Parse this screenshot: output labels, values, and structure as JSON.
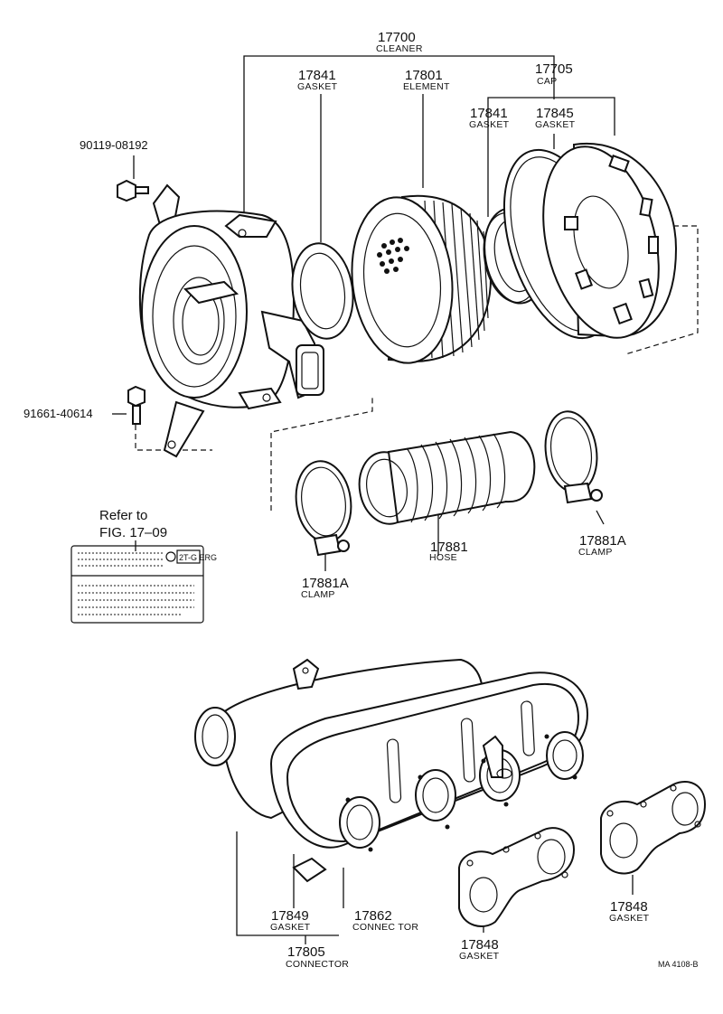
{
  "parts": {
    "cleaner": {
      "number": "17700",
      "name": "CLEANER"
    },
    "gasket_17841_top": {
      "number": "17841",
      "name": "GASKET"
    },
    "element": {
      "number": "17801",
      "name": "ELEMENT"
    },
    "cap": {
      "number": "17705",
      "name": "CAP"
    },
    "gasket_17841_mid": {
      "number": "17841",
      "name": "GASKET"
    },
    "gasket_17845": {
      "number": "17845",
      "name": "GASKET"
    },
    "bolt_90119": {
      "number": "90119-08192"
    },
    "bolt_91661": {
      "number": "91661-40614"
    },
    "hose": {
      "number": "17881",
      "name": "HOSE"
    },
    "clamp_right": {
      "number": "17881A",
      "name": "CLAMP"
    },
    "clamp_left": {
      "number": "17881A",
      "name": "CLAMP"
    },
    "gasket_17849": {
      "number": "17849",
      "name": "GASKET"
    },
    "connector_17862": {
      "number": "17862",
      "name": "CONNEC TOR"
    },
    "connector_17805": {
      "number": "17805",
      "name": "CONNECTOR"
    },
    "gasket_17848_center": {
      "number": "17848",
      "name": "GASKET"
    },
    "gasket_17848_right": {
      "number": "17848",
      "name": "GASKET"
    }
  },
  "reference": {
    "line1": "Refer to",
    "line2": "FIG. 17–09",
    "label_tag": "2T-G ERG"
  },
  "drawing_code": "MA 4108-B"
}
